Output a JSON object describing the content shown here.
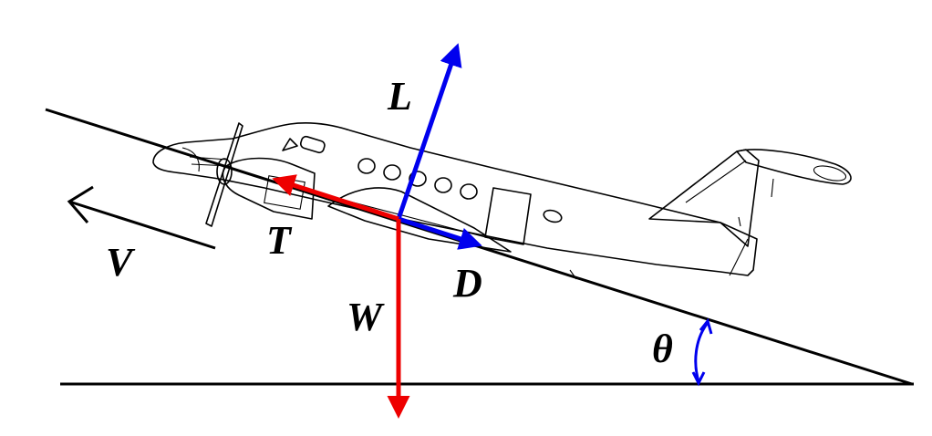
{
  "labels": {
    "lift": "L",
    "thrust": "T",
    "drag": "D",
    "weight": "W",
    "velocity": "V",
    "angle": "θ"
  },
  "colors": {
    "lift": "#0000ee",
    "drag": "#0000ee",
    "angle_arc": "#0000ee",
    "thrust": "#ee0000",
    "weight": "#ee0000",
    "lines": "#000000"
  },
  "icons": {
    "aircraft": "twin-turboprop-airplane-icon"
  }
}
